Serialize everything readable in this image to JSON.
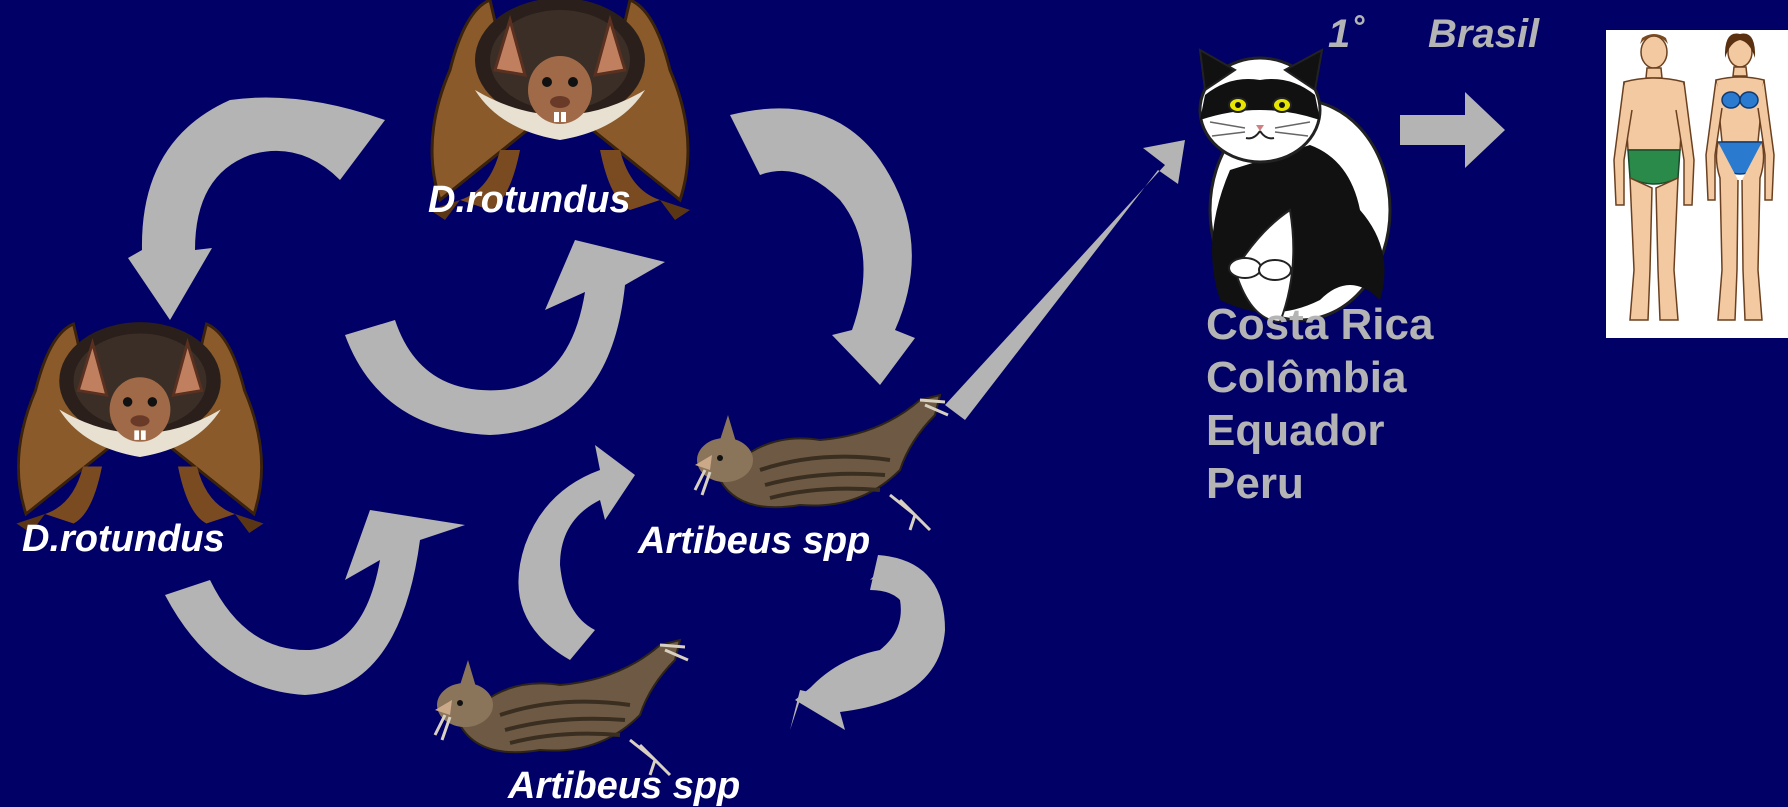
{
  "labels": {
    "bat_top": "D.rotundus",
    "bat_left": "D.rotundus",
    "bat_mid": "Artibeus spp",
    "bat_bottom": "Artibeus spp",
    "first_label": "1˚",
    "brasil": "Brasil"
  },
  "countries": [
    "Costa Rica",
    "Colômbia",
    "Equador",
    "Peru"
  ],
  "colors": {
    "background": "#000066",
    "arrow": "#b4b4b4",
    "label": "#ffffff",
    "country_text": "#b4b4b4"
  },
  "icons": [
    "vampire-bat-icon",
    "fruit-bat-icon",
    "cat-icon",
    "man-figure-icon",
    "woman-figure-icon",
    "curved-arrow-icon",
    "straight-arrow-icon"
  ]
}
